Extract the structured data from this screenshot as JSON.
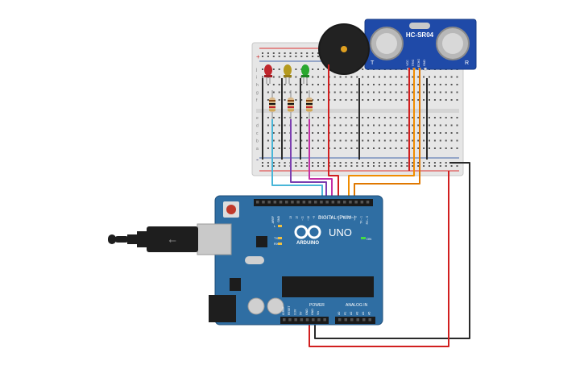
{
  "sensor": {
    "model": "HC-SR04",
    "left_mark": "T",
    "right_mark": "R",
    "pins": [
      "VCC",
      "TRIG",
      "ECHO",
      "GND"
    ]
  },
  "arduino": {
    "brand": "ARDUINO",
    "model": "UNO",
    "on_label": "ON",
    "digital_label": "DIGITAL (PWM~)",
    "power_label": "POWER",
    "analog_label": "ANALOG IN",
    "tx_label": "TX",
    "rx_label": "RX",
    "l_label": "L",
    "aref_label": "AREF",
    "gnd_label": "GND",
    "digital_pins": [
      "13",
      "12",
      "~11",
      "~10",
      "~9",
      "8",
      "7",
      "~6",
      "~5",
      "4",
      "~3",
      "2",
      "TX→1",
      "RX←0"
    ],
    "power_pins": [
      "IOREF",
      "RESET",
      "3.3V",
      "5V",
      "GND",
      "GND",
      "Vin"
    ],
    "analog_pins": [
      "A0",
      "A1",
      "A2",
      "A3",
      "A4",
      "A5"
    ]
  },
  "breadboard": {
    "rail_plus": "+",
    "rail_minus": "-",
    "row_letters_top": [
      "j",
      "i",
      "h",
      "g",
      "f"
    ],
    "row_letters_bottom": [
      "e",
      "d",
      "c",
      "b",
      "a"
    ],
    "column_numbers": [
      "1",
      "5",
      "10",
      "15",
      "20",
      "25",
      "30"
    ]
  },
  "leds": [
    {
      "name": "red-led",
      "color": "#c0262d"
    },
    {
      "name": "yellow-led",
      "color": "#b59a1e"
    },
    {
      "name": "green-led",
      "color": "#2aa82f"
    }
  ],
  "wire_colors": {
    "cyan": "#49b6d8",
    "purple": "#7b3fb0",
    "magenta": "#c42fa6",
    "red": "#d11f1f",
    "orange": "#f08c00",
    "orange_dark": "#e07800",
    "black": "#2a2a2a"
  },
  "colors": {
    "board": "#2f6ea3",
    "board_dark": "#1f4f7a",
    "breadboard": "#e9e9e9",
    "sensor": "#1f4aa8"
  }
}
